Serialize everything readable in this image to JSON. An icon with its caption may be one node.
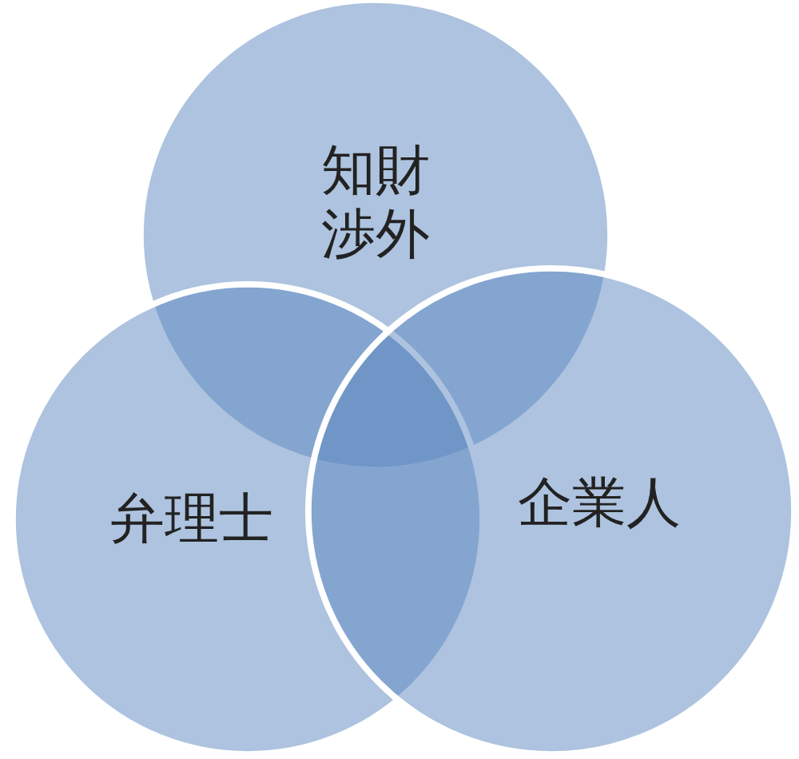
{
  "diagram": {
    "nodes": [
      {
        "text": [
          "知財渉外"
        ]
      },
      {
        "text": [
          "弁理士"
        ]
      },
      {
        "text": [
          "企業人"
        ]
      }
    ]
  }
}
